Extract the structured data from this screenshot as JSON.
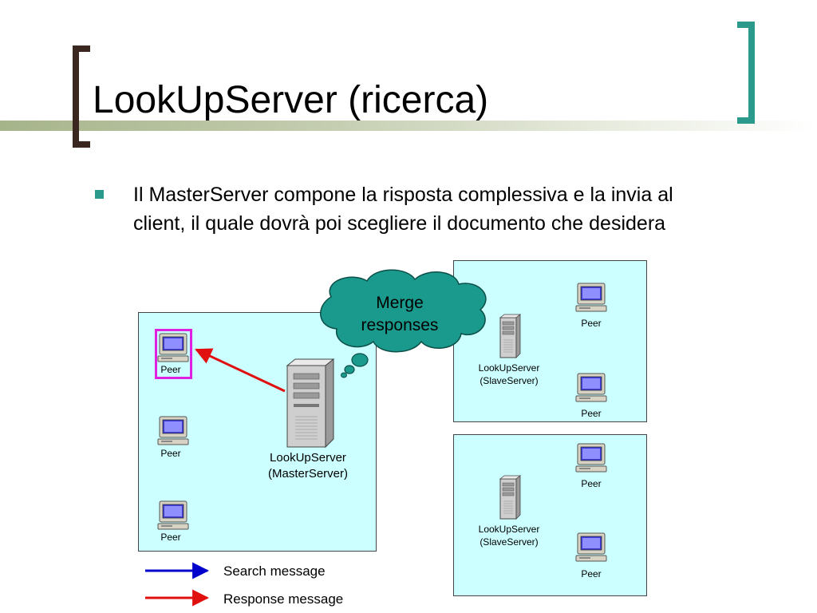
{
  "slide": {
    "title": "LookUpServer (ricerca)",
    "bullet": "Il MasterServer compone la risposta complessiva e la invia al client, il quale dovrà poi scegliere il documento che desidera"
  },
  "diagram": {
    "cloud_label": "Merge responses",
    "master": {
      "server_label_line1": "LookUpServer",
      "server_label_line2": "(MasterServer)",
      "peers": [
        "Peer",
        "Peer",
        "Peer"
      ]
    },
    "slave_top": {
      "server_label_line1": "LookUpServer",
      "server_label_line2": "(SlaveServer)",
      "peers": [
        "Peer",
        "Peer"
      ]
    },
    "slave_bottom": {
      "server_label_line1": "LookUpServer",
      "server_label_line2": "(SlaveServer)",
      "peers": [
        "Peer",
        "Peer"
      ]
    }
  },
  "legend": {
    "search_label": "Search message",
    "response_label": "Response message",
    "search_color": "#0000cc",
    "response_color": "#e01010"
  },
  "colors": {
    "accent": "#2a9a8c",
    "box_fill": "#ccffff",
    "cloud_fill": "#1a9a8c",
    "highlight": "#e020e0"
  }
}
